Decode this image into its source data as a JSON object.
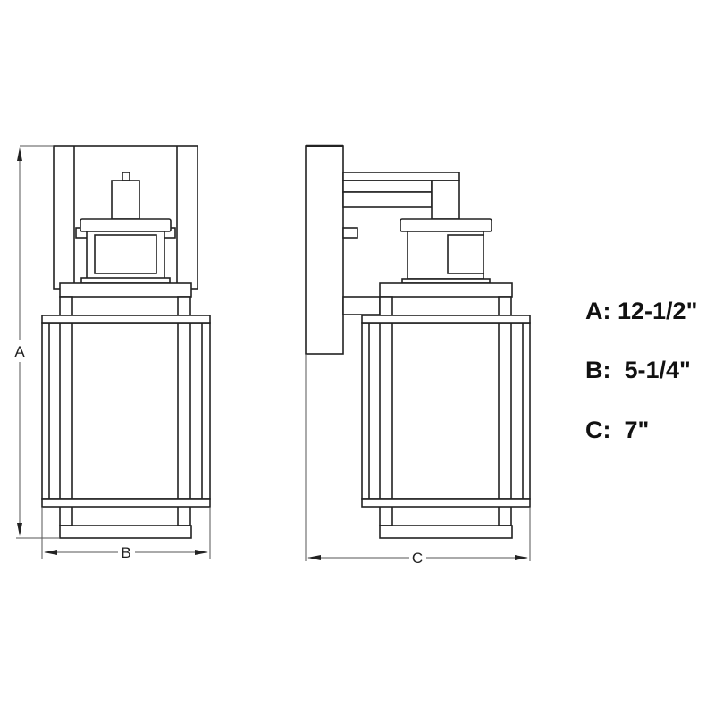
{
  "dimension_labels": {
    "a": "A",
    "b": "B",
    "c": "C"
  },
  "specs": [
    {
      "label": "A:",
      "value": "12-1/2\""
    },
    {
      "label": "B:",
      "value": "5-1/4\""
    },
    {
      "label": "C:",
      "value": "7\""
    }
  ]
}
